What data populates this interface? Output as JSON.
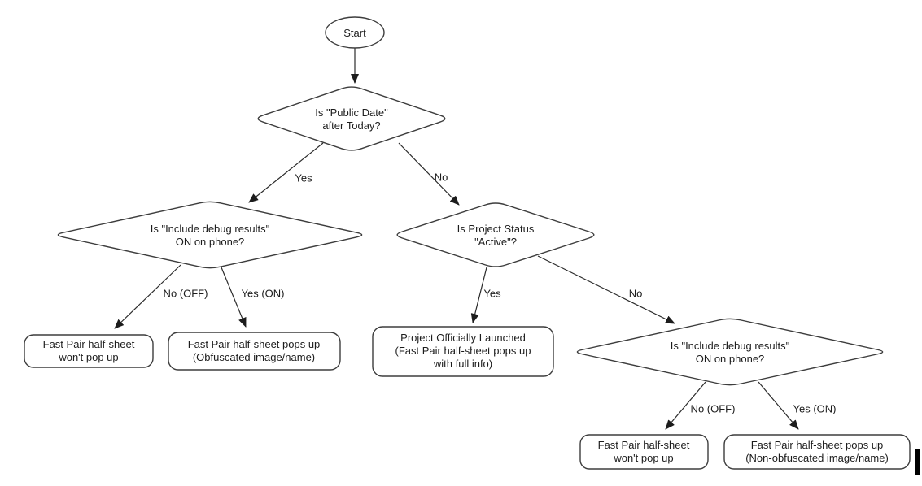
{
  "diagram": {
    "type": "flowchart",
    "colors": {
      "background": "#ffffff",
      "shape_stroke": "#3d3d3d",
      "text": "#1c1c1c"
    },
    "nodes": {
      "start": {
        "shape": "terminator",
        "label": "Start"
      },
      "public_date": {
        "shape": "decision",
        "label": "Is \"Public Date\"\nafter Today?"
      },
      "debug_left": {
        "shape": "decision",
        "label": "Is \"Include debug results\"\nON on phone?"
      },
      "project_status": {
        "shape": "decision",
        "label": "Is Project Status\n\"Active\"?"
      },
      "debug_right": {
        "shape": "decision",
        "label": "Is \"Include debug results\"\nON on phone?"
      },
      "no_popup_left": {
        "shape": "rounded-rect",
        "label": "Fast Pair half-sheet\nwon't pop up"
      },
      "obfuscated": {
        "shape": "rounded-rect",
        "label": "Fast Pair half-sheet pops up\n(Obfuscated image/name)"
      },
      "launched": {
        "shape": "rounded-rect",
        "label": "Project Officially Launched\n(Fast Pair half-sheet pops up\nwith full info)"
      },
      "no_popup_right": {
        "shape": "rounded-rect",
        "label": "Fast Pair half-sheet\nwon't pop up"
      },
      "non_obfuscated": {
        "shape": "rounded-rect",
        "label": "Fast Pair half-sheet pops up\n(Non-obfuscated image/name)"
      }
    },
    "edge_labels": {
      "public_date_yes": "Yes",
      "public_date_no": "No",
      "debug_left_no": "No (OFF)",
      "debug_left_yes": "Yes (ON)",
      "project_status_yes": "Yes",
      "project_status_no": "No",
      "debug_right_no": "No (OFF)",
      "debug_right_yes": "Yes (ON)"
    }
  }
}
